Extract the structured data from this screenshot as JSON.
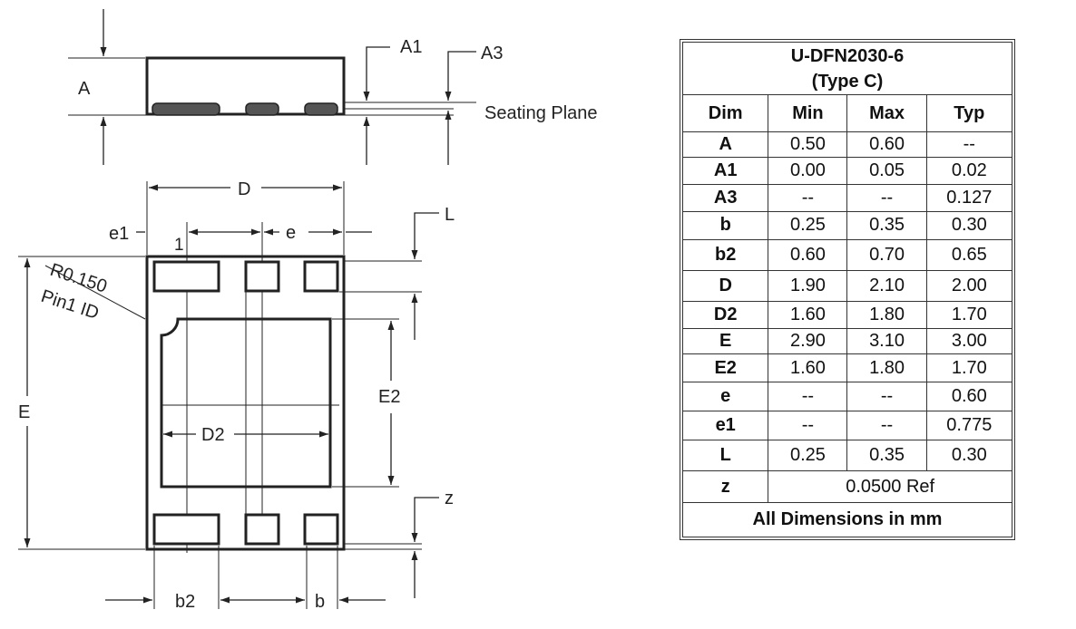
{
  "diagram": {
    "labels": {
      "A": "A",
      "A1": "A1",
      "A3": "A3",
      "seating_plane": "Seating Plane",
      "D": "D",
      "e1": "e1",
      "pin1": "1",
      "e": "e",
      "L": "L",
      "radius": "R0.150",
      "pin1_id": "Pin1 ID",
      "E": "E",
      "E2": "E2",
      "D2": "D2",
      "z": "z",
      "b2": "b2",
      "b": "b"
    }
  },
  "table": {
    "title_line1": "U-DFN2030-6",
    "title_line2": "(Type C)",
    "headers": [
      "Dim",
      "Min",
      "Max",
      "Typ"
    ],
    "rows": [
      {
        "dim": "A",
        "min": "0.50",
        "max": "0.60",
        "typ": "--"
      },
      {
        "dim": "A1",
        "min": "0.00",
        "max": "0.05",
        "typ": "0.02"
      },
      {
        "dim": "A3",
        "min": "--",
        "max": "--",
        "typ": "0.127"
      },
      {
        "dim": "b",
        "min": "0.25",
        "max": "0.35",
        "typ": "0.30"
      },
      {
        "dim": "b2",
        "min": "0.60",
        "max": "0.70",
        "typ": "0.65"
      },
      {
        "dim": "D",
        "min": "1.90",
        "max": "2.10",
        "typ": "2.00"
      },
      {
        "dim": "D2",
        "min": "1.60",
        "max": "1.80",
        "typ": "1.70"
      },
      {
        "dim": "E",
        "min": "2.90",
        "max": "3.10",
        "typ": "3.00"
      },
      {
        "dim": "E2",
        "min": "1.60",
        "max": "1.80",
        "typ": "1.70"
      },
      {
        "dim": "e",
        "min": "--",
        "max": "--",
        "typ": "0.60"
      },
      {
        "dim": "e1",
        "min": "--",
        "max": "--",
        "typ": "0.775"
      },
      {
        "dim": "L",
        "min": "0.25",
        "max": "0.35",
        "typ": "0.30"
      }
    ],
    "z_row": {
      "dim": "z",
      "value": "0.0500 Ref"
    },
    "footer": "All Dimensions in mm"
  }
}
